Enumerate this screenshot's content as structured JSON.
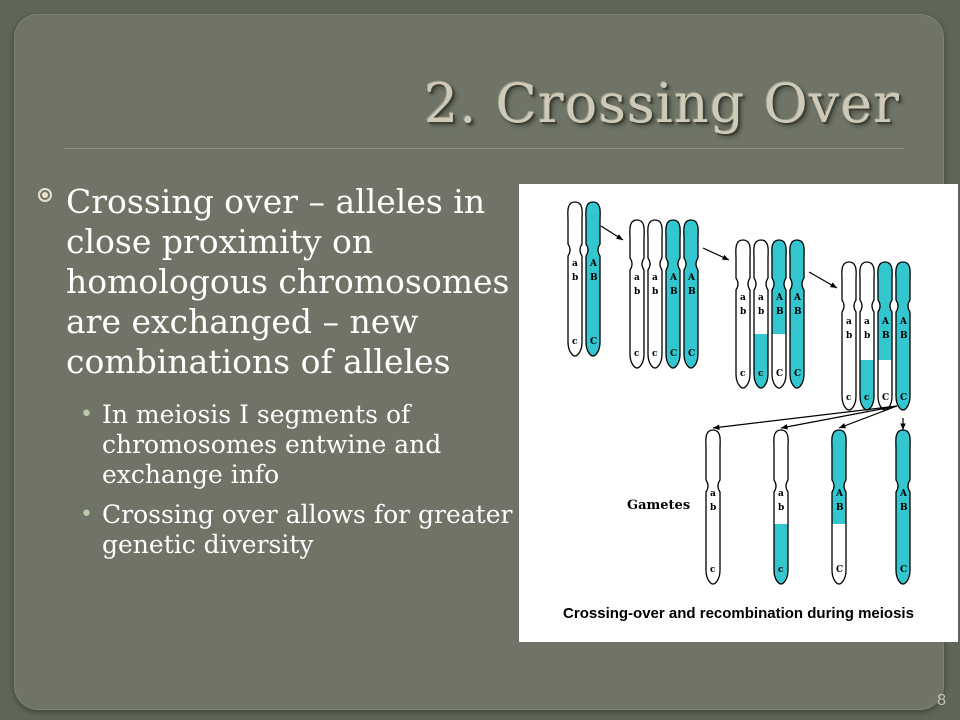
{
  "slide": {
    "title": "2. Crossing Over",
    "number": "8",
    "bullets": [
      {
        "text": "Crossing over – alleles in close proximity on homologous chromosomes are exchanged – new combinations of alleles",
        "subs": [
          "In meiosis I segments of chromosomes entwine and exchange info",
          "Crossing over allows for greater genetic diversity"
        ]
      }
    ]
  },
  "figure": {
    "caption": "Crossing-over and recombination  during meiosis",
    "gametes_label": "Gametes",
    "allele_labels": [
      "a",
      "b",
      "c",
      "A",
      "B",
      "C"
    ],
    "colors": {
      "dominant": "#33c6cf",
      "recessive": "#ffffff",
      "outline": "#000000"
    }
  }
}
